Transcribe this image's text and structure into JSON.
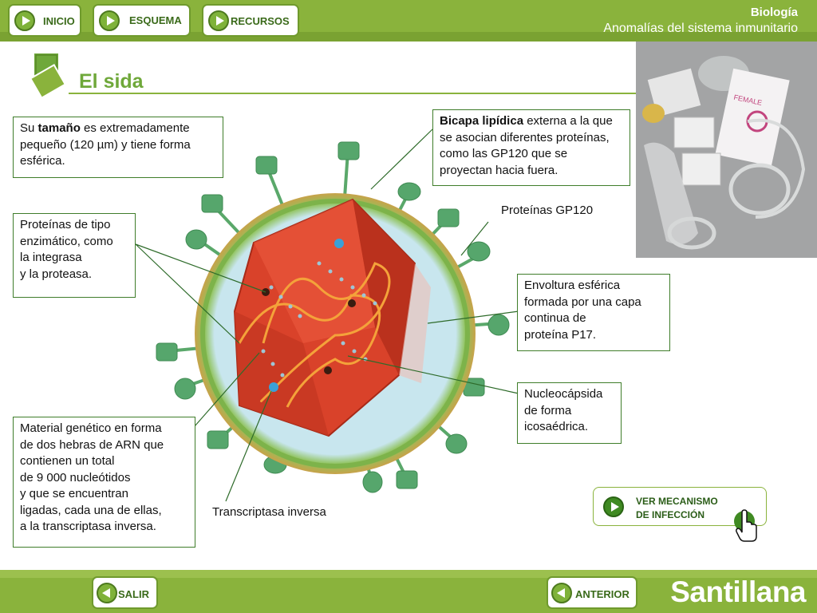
{
  "header": {
    "nav": [
      {
        "label": "INICIO"
      },
      {
        "label": "ESQUEMA"
      },
      {
        "label": "RECURSOS"
      }
    ],
    "subject": "Biología",
    "topic": "Anomalías del sistema inmunitario"
  },
  "page": {
    "title": "El sida"
  },
  "boxes": {
    "size": {
      "pre": "Su ",
      "bold": "tamaño",
      "post": " es extremadamente pequeño (120 µm) y tiene forma esférica."
    },
    "bilayer": {
      "bold": "Bicapa lipídica",
      "post": " externa a la que se asocian diferentes proteínas, como las GP120 que se proyectan hacia fuera."
    },
    "gp120": "Proteínas GP120",
    "enzymes": [
      "Proteínas de tipo",
      "enzimático, como",
      "la integrasa",
      "y la proteasa."
    ],
    "envelope": [
      "Envoltura esférica",
      "formada por una capa",
      "continua de",
      "proteína P17."
    ],
    "nucleocapsid": [
      "Nucleocápsida",
      "de forma",
      "icosaédrica."
    ],
    "genetic": [
      "Material genético en forma",
      "de dos hebras de ARN que",
      "contienen un total",
      "de 9 000 nucleótidos",
      "y que se encuentran",
      "ligadas, cada una de ellas,",
      "a la transcriptasa inversa."
    ],
    "transcriptase": "Transcriptasa inversa"
  },
  "action": {
    "line1": "VER MECANISMO",
    "line2": "DE INFECCIÓN"
  },
  "footer": {
    "exit": "SALIR",
    "previous": "ANTERIOR",
    "brand": "Santillana"
  },
  "colors": {
    "bar_green": "#8ab33c",
    "title_green": "#6fa83a",
    "border_green": "#3f7d2a",
    "capsid_red": "#d9422a"
  }
}
